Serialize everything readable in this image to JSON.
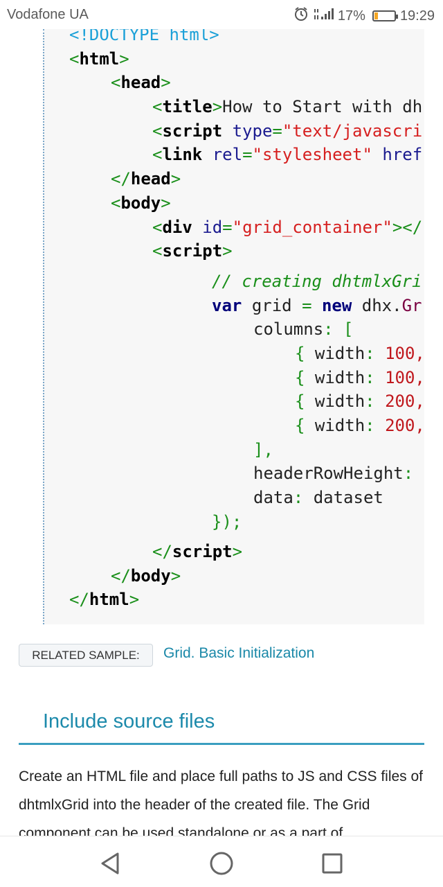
{
  "status_bar": {
    "carrier": "Vodafone UA",
    "battery": "17%",
    "time": "19:29"
  },
  "code": {
    "doctype": "<!DOCTYPE html>",
    "html_tag": "html",
    "head_tag": "head",
    "title_tag": "title",
    "title_text": "How to Start with dh",
    "script_tag": "script",
    "script_type_attr": "type",
    "script_type_value": "\"text/javascri",
    "link_tag": "link",
    "link_rel_attr": "rel",
    "link_rel_value": "\"stylesheet\"",
    "link_href_attr": "href",
    "body_tag": "body",
    "div_tag": "div",
    "div_id_attr": "id",
    "div_id_value": "\"grid_container\"",
    "comment": "// creating dhtmlxGri",
    "var_kw": "var",
    "grid_var": "grid",
    "new_kw": "new",
    "dhx": "dhx.",
    "grid_class": "Gr",
    "columns_key": "columns",
    "width_key": "width",
    "widths": [
      "100,",
      "100,",
      "200,",
      "200,"
    ],
    "header_row_height_key": "headerRowHeight",
    "data_key": "data",
    "dataset": "dataset"
  },
  "related_sample": {
    "label": "RELATED SAMPLE:",
    "link": "Grid. Basic Initialization"
  },
  "section": {
    "title": "Include source files",
    "paragraph": "Create an HTML file and place full paths to JS and CSS files of dhtmlxGrid into the header of the created file. The Grid component can be used standalone or as a part of"
  },
  "nav": {
    "back_icon": "back-triangle-icon",
    "home_icon": "home-circle-icon",
    "recents_icon": "recents-square-icon"
  }
}
